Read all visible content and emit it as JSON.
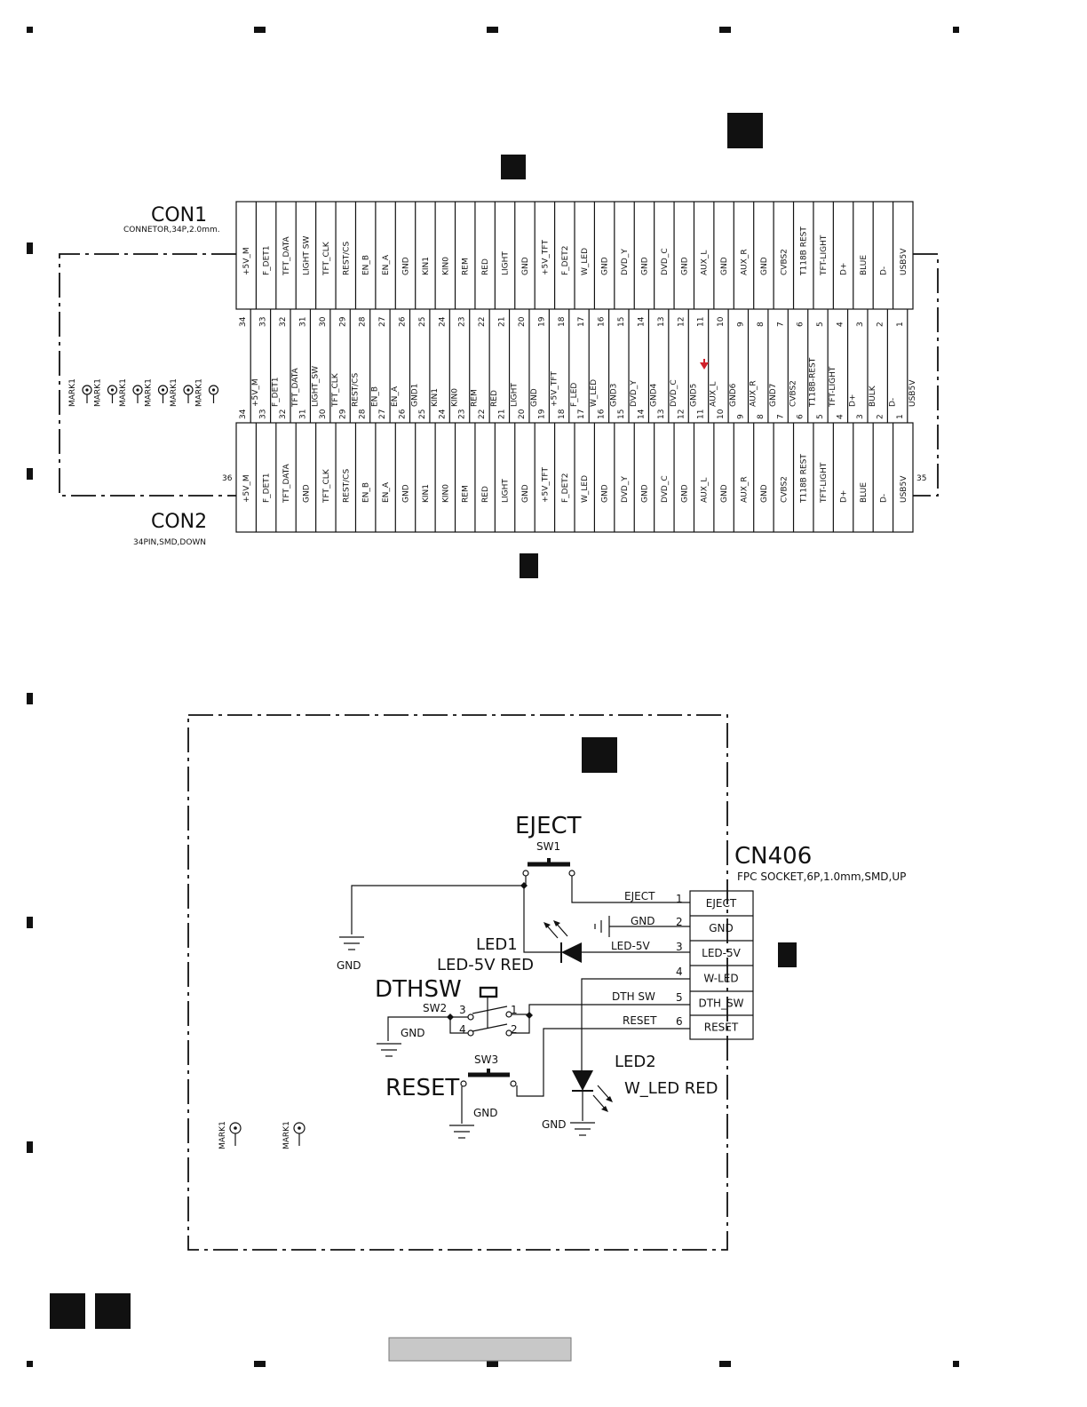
{
  "con1": {
    "ref": "CON1",
    "desc": "CONNETOR,34P,2.0mm.",
    "pins": [
      "+5V_M",
      "F_DET1",
      "TFT_DATA",
      "LIGHT SW",
      "TFT_CLK",
      "REST/CS",
      "EN_B",
      "EN_A",
      "GND",
      "KIN1",
      "KIN0",
      "REM",
      "RED",
      "LIGHT",
      "GND",
      "+5V_TFT",
      "F_DET2",
      "W_LED",
      "GND",
      "DVD_Y",
      "GND",
      "DVD_C",
      "GND",
      "AUX_L",
      "GND",
      "AUX_R",
      "GND",
      "CVBS2",
      "T118B REST",
      "TFT-LIGHT",
      "D+",
      "BLUE",
      "D-",
      "USB5V"
    ]
  },
  "mid_nets": [
    "+5V_M",
    "F_DET1",
    "TFT_DATA",
    "LIGHT_SW",
    "TFT_CLK",
    "REST/CS",
    "EN_B",
    "EN_A",
    "GND1",
    "KIN1",
    "KIN0",
    "REM",
    "RED",
    "LIGHT",
    "GND",
    "+5V_TFT",
    "F_LED",
    "W_LED",
    "GND3",
    "DVD_Y",
    "GND4",
    "DVD_C",
    "GND5",
    "AUX_L",
    "GND6",
    "AUX_R",
    "GND7",
    "CVBS2",
    "T118B-REST",
    "TFT-LIGHT",
    "D+",
    "BULK",
    "D-",
    "USB5V"
  ],
  "pin_numbers": [
    "34",
    "33",
    "32",
    "31",
    "30",
    "29",
    "28",
    "27",
    "26",
    "25",
    "24",
    "23",
    "22",
    "21",
    "20",
    "19",
    "18",
    "17",
    "16",
    "15",
    "14",
    "13",
    "12",
    "11",
    "10",
    "9",
    "8",
    "7",
    "6",
    "5",
    "4",
    "3",
    "2",
    "1"
  ],
  "con2": {
    "ref": "CON2",
    "desc": "34PIN,SMD,DOWN",
    "pin36": "36",
    "pin35": "35",
    "pins": [
      "+5V_M",
      "F_DET1",
      "TFT_DATA",
      "GND",
      "TFT_CLK",
      "REST/CS",
      "EN_B",
      "EN_A",
      "GND",
      "KIN1",
      "KIN0",
      "REM",
      "RED",
      "LIGHT",
      "GND",
      "+5V_TFT",
      "F_DET2",
      "W_LED",
      "GND",
      "DVD_Y",
      "GND",
      "DVD_C",
      "GND",
      "AUX_L",
      "GND",
      "AUX_R",
      "GND",
      "CVBS2",
      "T118B REST",
      "TFT-LIGHT",
      "D+",
      "BLUE",
      "D-",
      "USB5V"
    ]
  },
  "marks_top": [
    "MARK1",
    "MARK1",
    "MARK1",
    "MARK1",
    "MARK1",
    "MARK1"
  ],
  "marks_bottom": [
    "MARK1",
    "MARK1"
  ],
  "cn406": {
    "ref": "CN406",
    "desc": "FPC SOCKET,6P,1.0mm,SMD,UP",
    "pins": [
      {
        "num": "1",
        "label": "EJECT",
        "net": "EJECT"
      },
      {
        "num": "2",
        "label": "GND",
        "net": "GND"
      },
      {
        "num": "3",
        "label": "LED-5V",
        "net": "LED-5V"
      },
      {
        "num": "4",
        "label": "W-LED",
        "net": ""
      },
      {
        "num": "5",
        "label": "DTH_SW",
        "net": "DTH SW"
      },
      {
        "num": "6",
        "label": "RESET",
        "net": "RESET"
      }
    ]
  },
  "sw1": {
    "name": "EJECT",
    "ref": "SW1"
  },
  "sw2": {
    "name": "DTHSW",
    "ref": "SW2",
    "p1": "1",
    "p2": "2",
    "p3": "3",
    "p4": "4"
  },
  "sw3": {
    "name": "RESET",
    "ref": "SW3"
  },
  "led1": {
    "ref": "LED1",
    "value": "LED-5V RED"
  },
  "led2": {
    "ref": "LED2",
    "value": "W_LED RED"
  },
  "gnd": "GND",
  "colors": {
    "ink": "#111111",
    "marker": "#111111",
    "arrow": "#d0202a",
    "footer": "#c8c8c8"
  }
}
